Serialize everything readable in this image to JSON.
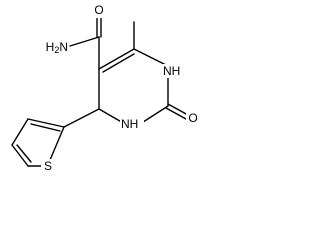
{
  "molecule": {
    "atoms": {
      "amide_oxygen": "O",
      "amide_nitrogen": "H2N",
      "ring_nitrogen_top": "NH",
      "ring_nitrogen_bottom": "NH",
      "carbonyl_oxygen": "O",
      "thiophene_sulfur": "S"
    }
  },
  "colors": {
    "bond": "#000000",
    "text": "#000000",
    "background": "#ffffff"
  }
}
